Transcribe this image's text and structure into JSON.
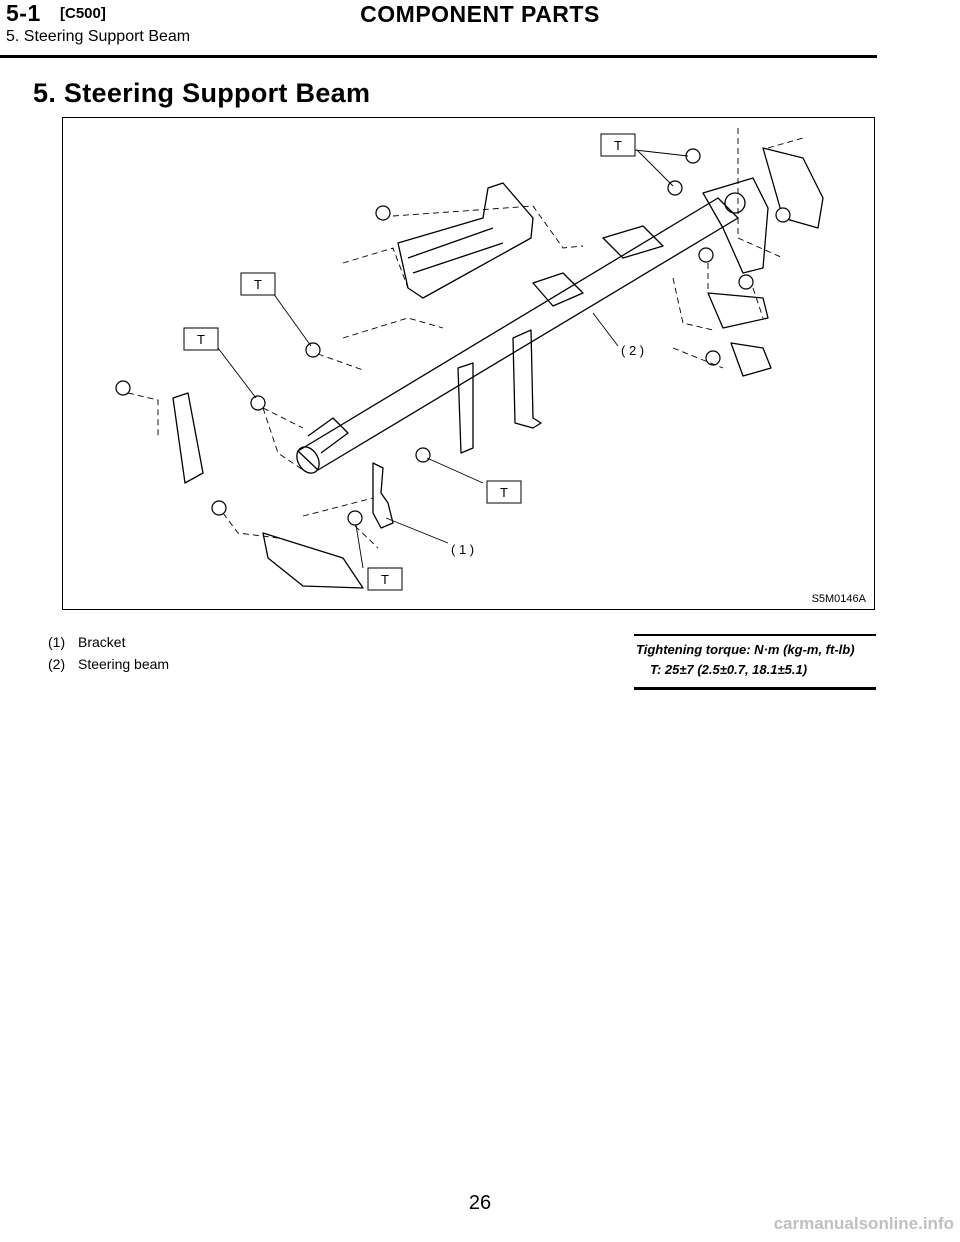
{
  "header": {
    "code": "5-1",
    "tag": "[C500]",
    "section": "COMPONENT PARTS",
    "subtitle": "5.  Steering Support Beam"
  },
  "title": "5.  Steering Support Beam",
  "figure": {
    "code": "S5M0146A",
    "callouts": {
      "t": "T",
      "item1": "( 1 )",
      "item2": "( 2 )"
    }
  },
  "legend": [
    {
      "num": "(1)",
      "text": "Bracket"
    },
    {
      "num": "(2)",
      "text": "Steering beam"
    }
  ],
  "torque": {
    "heading": "Tightening torque: N·m (kg-m, ft-lb)",
    "value": "T:  25±7 (2.5±0.7, 18.1±5.1)"
  },
  "page_number": "26",
  "watermark": "carmanualsonline.info"
}
